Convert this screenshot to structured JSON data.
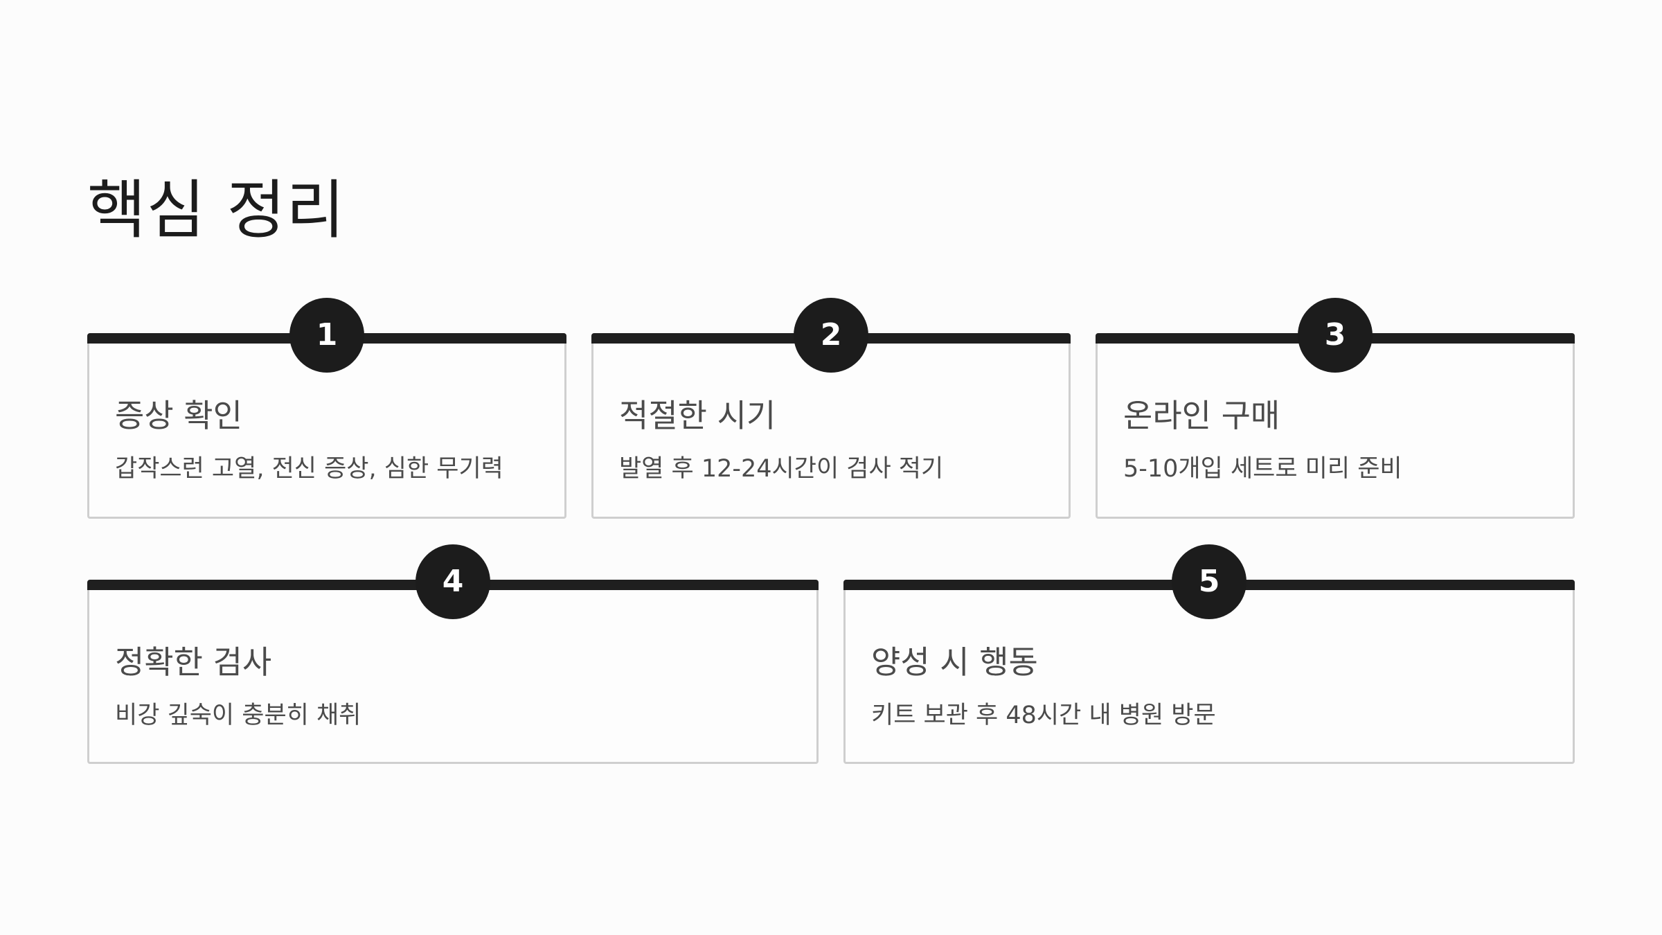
{
  "slide": {
    "title": "핵심 정리"
  },
  "cards": [
    {
      "number": "1",
      "heading": "증상 확인",
      "description": "갑작스런 고열, 전신 증상, 심한 무기력"
    },
    {
      "number": "2",
      "heading": "적절한 시기",
      "description": "발열 후 12-24시간이 검사 적기"
    },
    {
      "number": "3",
      "heading": "온라인 구매",
      "description": "5-10개입 세트로 미리 준비"
    },
    {
      "number": "4",
      "heading": "정확한 검사",
      "description": "비강 깊숙이 충분히 채취"
    },
    {
      "number": "5",
      "heading": "양성 시 행동",
      "description": "키트 보관 후 48시간 내 병원 방문"
    }
  ],
  "colors": {
    "background": "#fcfcfc",
    "accent_dark": "#1f1f1f",
    "card_border": "#cfcfcf",
    "text_secondary": "#4b4b4b"
  }
}
